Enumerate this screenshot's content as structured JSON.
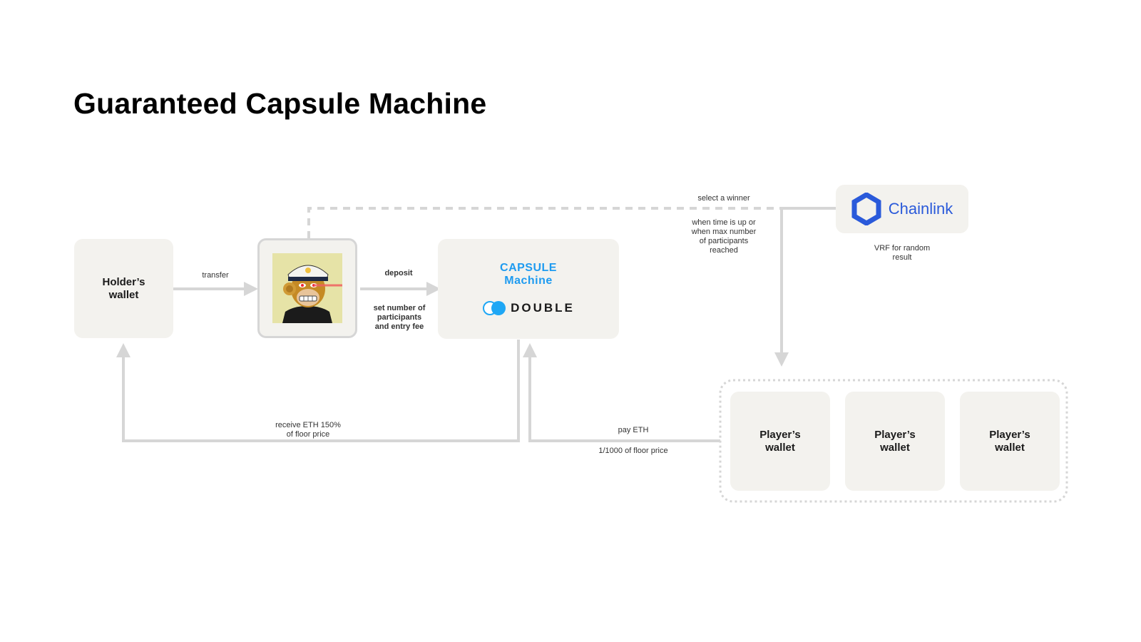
{
  "title": "Guaranteed Capsule Machine",
  "nodes": {
    "holder_wallet": "Holder’s\nwallet",
    "capsule": {
      "line1": "CAPSULE",
      "line2": "Machine",
      "logo_text": "DOUBLE"
    },
    "chainlink": {
      "logo_text": "Chainlink",
      "caption": "VRF for random\nresult"
    },
    "players": [
      {
        "label": "Player’s\nwallet"
      },
      {
        "label": "Player’s\nwallet"
      },
      {
        "label": "Player’s\nwallet"
      }
    ],
    "nft": {
      "icon": "ape-nft-icon"
    }
  },
  "edges": {
    "transfer": "transfer",
    "deposit": "deposit",
    "set_number": "set number of\nparticipants\nand entry fee",
    "select_winner": "select a winner",
    "when_time_up": "when time is up or\nwhen max number\nof participants\nreached",
    "receive_eth": "receive ETH 150%\nof floor price",
    "pay_eth": "pay ETH",
    "pay_amount": "1/1000 of floor price"
  },
  "colors": {
    "box_bg": "#f3f2ee",
    "line": "#d6d6d6",
    "capsule_blue": "#1e9bf0",
    "chainlink_blue": "#2a5ada",
    "double_blue": "#1ea7f5"
  }
}
